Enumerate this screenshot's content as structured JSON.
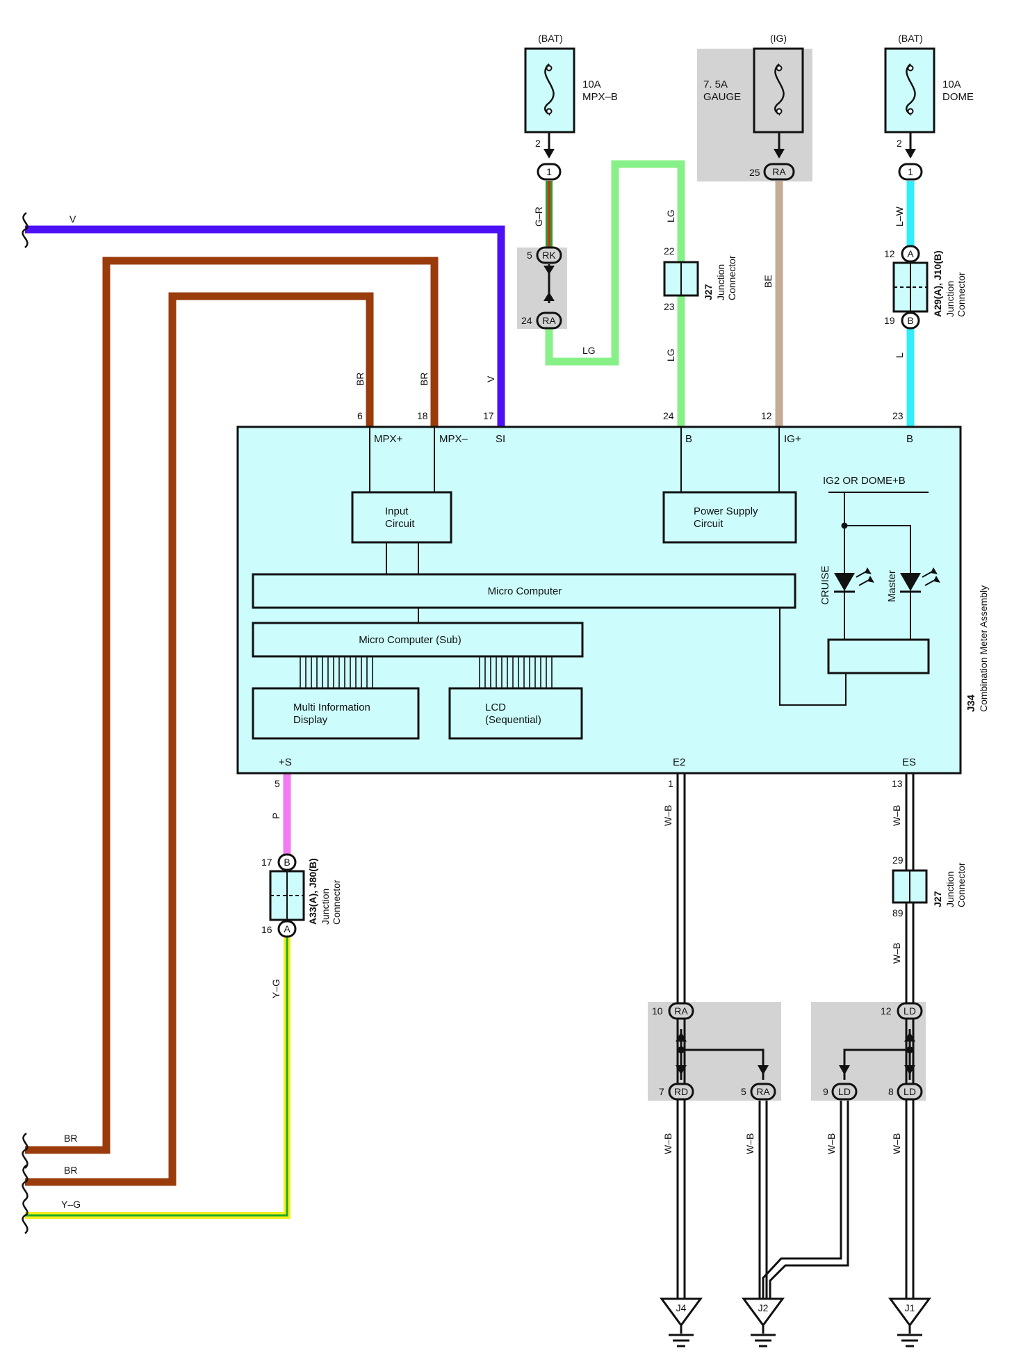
{
  "colors": {
    "violet": "#4b10f5",
    "brown": "#9a3b0c",
    "light_green": "#88f088",
    "green_red_base": "#2a9d2a",
    "red_stripe": "#e3241c",
    "beige": "#c4ac96",
    "cyan": "#33ecfc",
    "pink": "#f37af0",
    "yellow": "#f3ee1c",
    "green_stripe": "#1faa2a",
    "box_fill": "#ccfcfc",
    "gray_block": "#d3d3d3",
    "line": "#111111"
  },
  "fuses": [
    {
      "source": "(BAT)",
      "rating": "10A",
      "name": "MPX–B",
      "pin_out": "2",
      "conn_label": "1"
    },
    {
      "source": "(IG)",
      "rating": "7. 5A",
      "name": "GAUGE",
      "pin_out": "25",
      "conn_label": "RA"
    },
    {
      "source": "(BAT)",
      "rating": "10A",
      "name": "DOME",
      "pin_out": "2",
      "conn_label": "1"
    }
  ],
  "wires": {
    "v": "V",
    "br": "BR",
    "g_r": "G–R",
    "lg": "LG",
    "be": "BE",
    "l_w": "L–W",
    "l": "L",
    "p": "P",
    "y_g": "Y–G",
    "w_b": "W–B"
  },
  "connectors": {
    "rk": {
      "label": "RK",
      "pin": "5"
    },
    "ra24": {
      "label": "RA",
      "pin": "24"
    },
    "j27_top": {
      "code": "J27",
      "line1": "Junction",
      "line2": "Connector",
      "pin_top": "22",
      "pin_bottom": "23"
    },
    "a29": {
      "code": "A29(A), J10(B)",
      "line1": "Junction",
      "line2": "Connector",
      "pin_top": "12",
      "label_top": "A",
      "pin_bottom": "19",
      "label_bottom": "B"
    },
    "a33": {
      "code": "A33(A), J80(B)",
      "line1": "Junction",
      "line2": "Connector",
      "pin_top": "17",
      "label_top": "B",
      "pin_bottom": "16",
      "label_bottom": "A"
    },
    "j27_bottom": {
      "code": "J27",
      "line1": "Junction",
      "line2": "Connector",
      "pin_top": "29",
      "pin_bottom": "89"
    },
    "ra10": {
      "label": "RA",
      "pin": "10"
    },
    "rd7": {
      "label": "RD",
      "pin": "7"
    },
    "ra5": {
      "label": "RA",
      "pin": "5"
    },
    "ld12": {
      "label": "LD",
      "pin": "12"
    },
    "ld9": {
      "label": "LD",
      "pin": "9"
    },
    "ld8": {
      "label": "LD",
      "pin": "8"
    }
  },
  "meter": {
    "code": "J34",
    "name": "Combination Meter Assembly",
    "top_pins": [
      {
        "num": "6",
        "name": "MPX+"
      },
      {
        "num": "18",
        "name": "MPX–"
      },
      {
        "num": "17",
        "name": "SI"
      },
      {
        "num": "24",
        "name": "B"
      },
      {
        "num": "12",
        "name": "IG+"
      },
      {
        "num": "23",
        "name": "B"
      }
    ],
    "bottom_pins": [
      {
        "num": "5",
        "name": "+S"
      },
      {
        "num": "1",
        "name": "E2"
      },
      {
        "num": "13",
        "name": "ES"
      }
    ],
    "blocks": {
      "input_l1": "Input",
      "input_l2": "Circuit",
      "power_l1": "Power Supply",
      "power_l2": "Circuit",
      "micro": "Micro Computer",
      "micro_sub": "Micro Computer (Sub)",
      "mid_l1": "Multi Information",
      "mid_l2": "Display",
      "lcd_l1": "LCD",
      "lcd_l2": "(Sequential)",
      "ig2_dome": "IG2 OR DOME+B",
      "cruise": "CRUISE",
      "master": "Master"
    }
  },
  "grounds": [
    "J4",
    "J2",
    "J1"
  ]
}
